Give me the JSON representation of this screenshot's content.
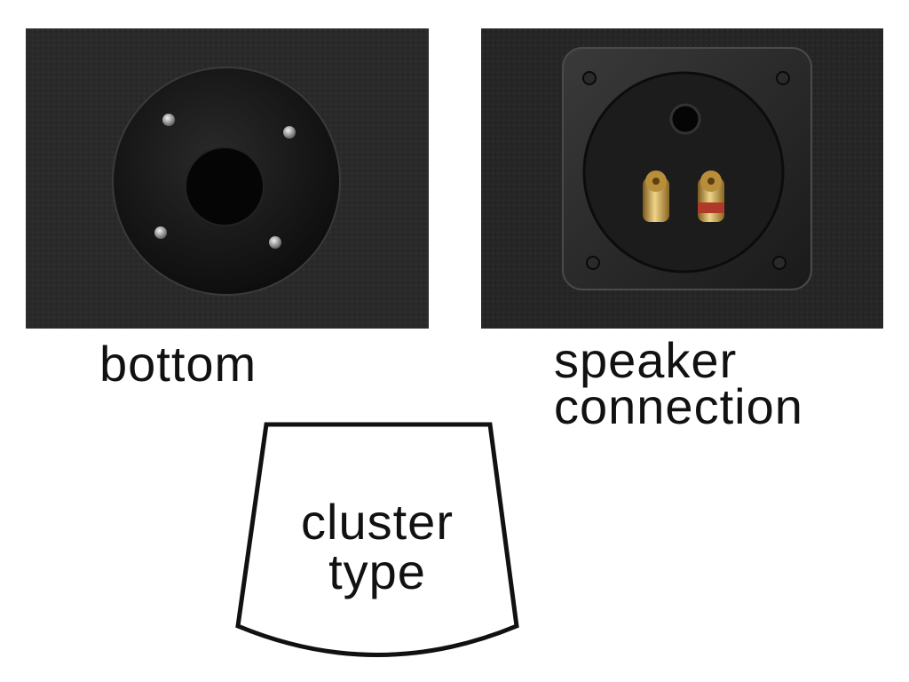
{
  "photos": {
    "bottom": {
      "caption": "bottom"
    },
    "speaker": {
      "caption_line1": "speaker",
      "caption_line2": "connection"
    }
  },
  "diagram": {
    "label_line1": "cluster",
    "label_line2": "type"
  },
  "colors": {
    "carpet": "#262626",
    "plate": "#1a1a1a",
    "gold": "#c9a24a",
    "red_accent": "#b03a2a",
    "outline": "#111111"
  }
}
